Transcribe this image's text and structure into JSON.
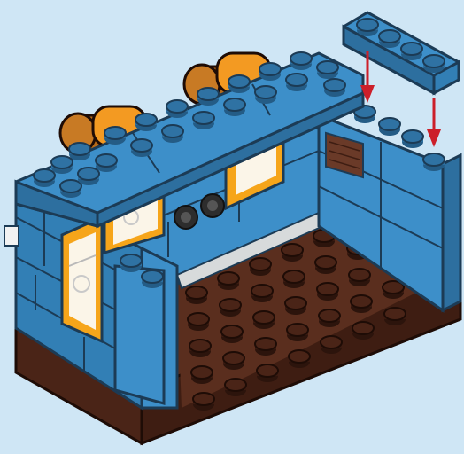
{
  "scene": {
    "subject": "lego-build-step-illustration",
    "colors": {
      "background": "#cfe6f5",
      "wall_blue": "#3d8fc9",
      "wall_blue_dark": "#2d6f9f",
      "wall_blue_side": "#327fb5",
      "floor_brown": "#5a2e1e",
      "floor_brown_dark": "#3e1d12",
      "window_frame": "#f6a51a",
      "window_glass": "#fbf5e8",
      "arrow": "#cc1f2a",
      "roof_cylinder": "#f39a22",
      "roof_cylinder_dark": "#b86a18"
    },
    "arrow_count": 2,
    "new_piece": "1x4-plate-blue"
  }
}
